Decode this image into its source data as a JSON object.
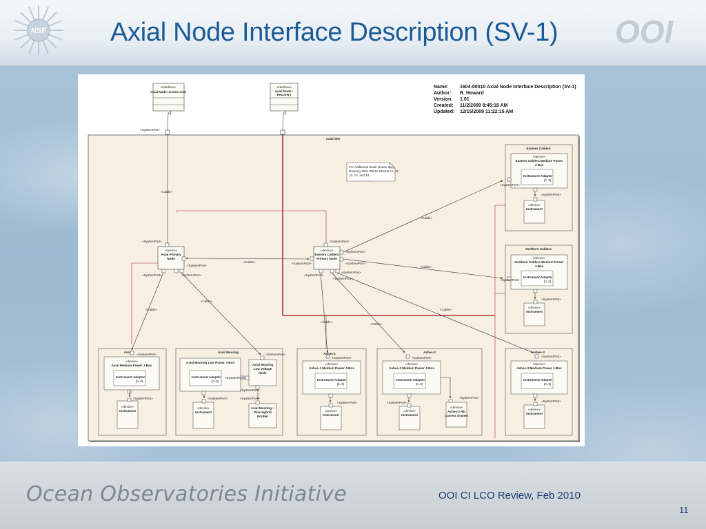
{
  "slide": {
    "title": "Axial Node Interface Description (SV-1)",
    "footer_brand": "Ocean Observatories Initiative",
    "footer_review": "OOI CI LCO Review, Feb 2010",
    "page_number": "11",
    "accent_color": "#1a5a96"
  },
  "logos": {
    "nsf": "NSF",
    "ooi": "OOI"
  },
  "info": {
    "name_k": "Name:",
    "name_v": "1604-00010  Axial Node Interface Description (SV-1)",
    "author_k": "Author:",
    "author_v": "R. Howard",
    "version_k": "Version:",
    "version_v": "1.01",
    "created_k": "Created:",
    "created_v": "11/2/2009 8:45:18 AM",
    "updated_k": "Updated:",
    "updated_v": "12/15/2009 11:22:15 AM"
  },
  "diagram": {
    "s_interface": "«interface»",
    "s_device": "«device»",
    "port": "«SystemPort»",
    "cable": "«Cable»",
    "mult": "[0..8]",
    "iface1": "Axial Node::Comm Link",
    "iface2a": "Axial Node::",
    "iface2b": "Recovery",
    "site": "Axial Site",
    "note1": "For Additional detail please see:",
    "note2": "Drawing 4501-38418 Sheets 11, 12,",
    "note3": "13, 14, and 16.",
    "axial_primary_a": "Axial Primary",
    "axial_primary_b": "Node",
    "ec_primary_a": "Eastern Caldera",
    "ec_primary_b": "Primary Node",
    "eastern_caldera": "Eastern Caldera",
    "ec_jbox_a": "Eastern Caldera Medium Power",
    "ec_jbox_b": "J-Box",
    "northern_caldera": "Northern Caldera",
    "nc_jbox_a": "Northern Caldera Medium Power",
    "nc_jbox_b": "J-Box",
    "axial": "Axial",
    "axial_jbox": "Axial Medium Power J-Box",
    "axial_mooring": "Axial Mooring",
    "am_lp": "Axial Mooring Low Power J-Box",
    "am_lv_a": "Axial Mooring",
    "am_lv_b": "Low Voltage",
    "am_lv_c": "Node",
    "am_prof_a": "Axial Mooring ::",
    "am_prof_b": "Wire Hybrid",
    "am_prof_c": "Profiler",
    "ashes1": "Ashes-1",
    "ashes1_jbox": "Ashes-1 Medium Power J-Box",
    "ashes2": "Ashes-2",
    "ashes2_jbox": "Ashes-2 Medium Power J-Box",
    "ashes2_hd_a": "Ashes-2 HD",
    "ashes2_hd_b": "Camera System",
    "ashes3": "Ashes-3",
    "ashes3_jbox": "Ashes-3 Medium Power J-Box",
    "adapter": "Instrument Adapter",
    "instrument": "Instrument"
  }
}
